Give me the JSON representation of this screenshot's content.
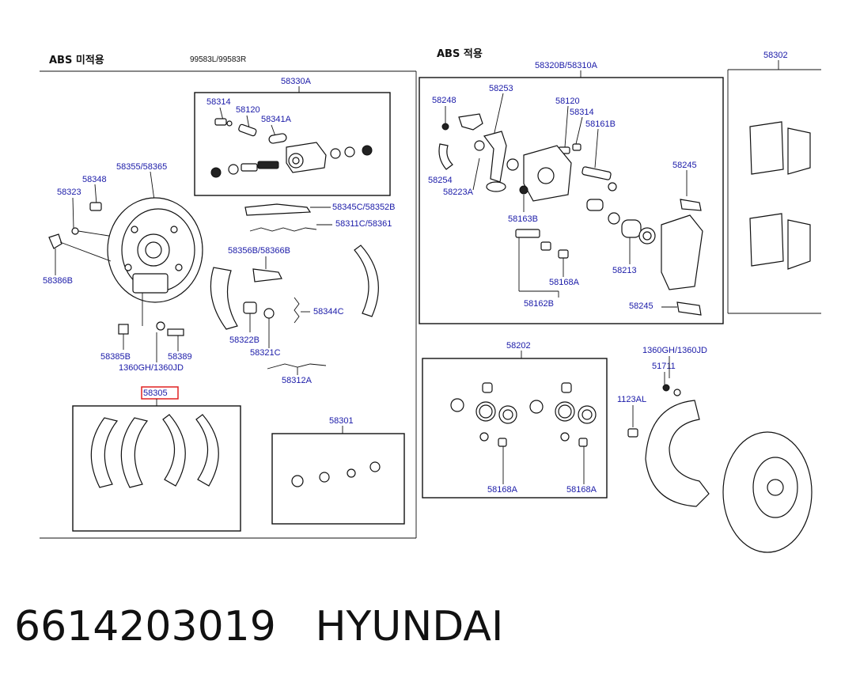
{
  "sections": {
    "non_abs_title": "ABS 미적용",
    "non_abs_assembly": "99583L/99583R",
    "abs_title": "ABS 적용"
  },
  "labels": {
    "l58330A": "58330A",
    "l58314a": "58314",
    "l58120a": "58120",
    "l58341A": "58341A",
    "l58355": "58355/58365",
    "l58348": "58348",
    "l58323": "58323",
    "l58386B": "58386B",
    "l58345C": "58345C/58352B",
    "l58311C": "58311C/58361",
    "l58356B": "58356B/58366B",
    "l58344C": "58344C",
    "l58322B": "58322B",
    "l58321C": "58321C",
    "l58312A": "58312A",
    "l58385B": "58385B",
    "l58389": "58389",
    "l1360GHa": "1360GH/1360JD",
    "l58305": "58305",
    "l58301": "58301",
    "l58320B": "58320B/58310A",
    "l58248": "58248",
    "l58253": "58253",
    "l58120b": "58120",
    "l58314b": "58314",
    "l58161B": "58161B",
    "l58254": "58254",
    "l58223A": "58223A",
    "l58245a": "58245",
    "l58163B": "58163B",
    "l58168Aa": "58168A",
    "l58213": "58213",
    "l58162B": "58162B",
    "l58245b": "58245",
    "l58302": "58302",
    "l58202": "58202",
    "l58168Ab": "58168A",
    "l58168Ac": "58168A",
    "l1360GHb": "1360GH/1360JD",
    "l51711": "51711",
    "l1123AL": "1123AL"
  },
  "footer": {
    "part_number": "6614203019",
    "brand": "HYUNDAI"
  }
}
